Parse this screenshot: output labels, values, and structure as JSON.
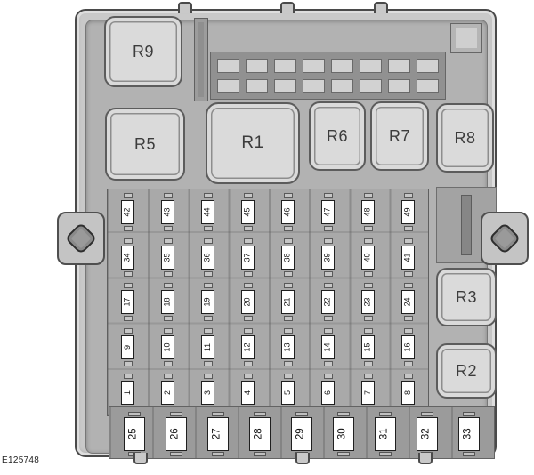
{
  "figure_code": "E125748",
  "relays": {
    "R9": "R9",
    "R5": "R5",
    "R1": "R1",
    "R6": "R6",
    "R7": "R7",
    "R8": "R8",
    "R3": "R3",
    "R2": "R2"
  },
  "fuse_grid": {
    "rows": [
      [
        "42",
        "43",
        "44",
        "45",
        "46",
        "47",
        "48",
        "49"
      ],
      [
        "34",
        "35",
        "36",
        "37",
        "38",
        "39",
        "40",
        "41"
      ],
      [
        "17",
        "18",
        "19",
        "20",
        "21",
        "22",
        "23",
        "24"
      ],
      [
        "9",
        "10",
        "11",
        "12",
        "13",
        "14",
        "15",
        "16"
      ],
      [
        "1",
        "2",
        "3",
        "4",
        "5",
        "6",
        "7",
        "8"
      ]
    ]
  },
  "bottom_fuses": [
    "25",
    "26",
    "27",
    "28",
    "29",
    "30",
    "31",
    "32",
    "33"
  ],
  "colors": {
    "housing": "#c9c9c9",
    "recess": "#b2b2b2",
    "outline": "#4a4a4a",
    "fuse_label_bg": "#ffffff"
  }
}
